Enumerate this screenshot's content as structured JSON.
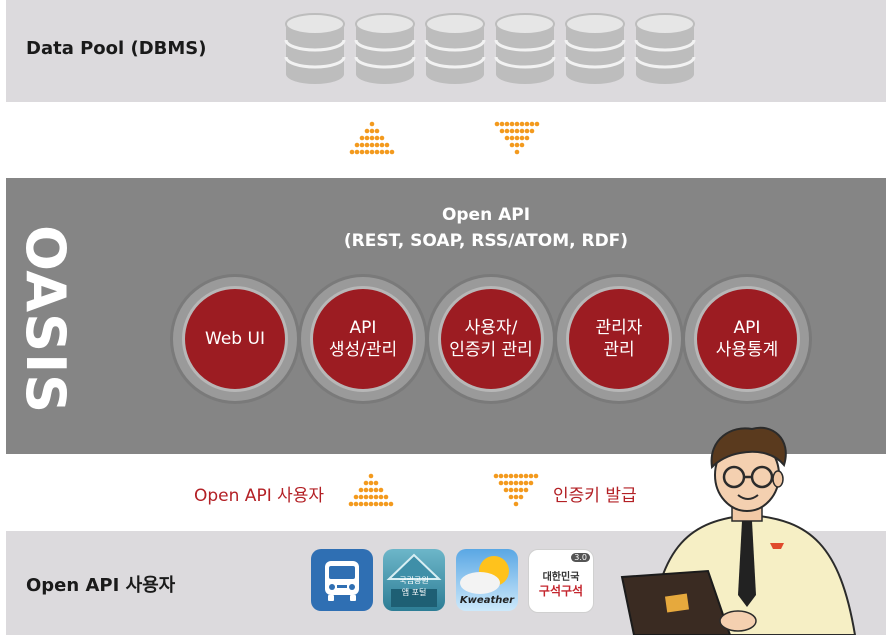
{
  "data_pool": {
    "label": "Data Pool (DBMS)"
  },
  "oasis": {
    "title": "OASIS",
    "api_title_line1": "Open API",
    "api_title_line2": "(REST, SOAP, RSS/ATOM, RDF)",
    "modules": [
      {
        "line1": "Web UI",
        "line2": ""
      },
      {
        "line1": "API",
        "line2": "생성/관리"
      },
      {
        "line1": "사용자/",
        "line2": "인증키 관리"
      },
      {
        "line1": "관리자",
        "line2": "관리"
      },
      {
        "line1": "API",
        "line2": "사용통계"
      }
    ]
  },
  "flows": {
    "left_label": "Open API 사용자",
    "right_label": "인증키 발급"
  },
  "users": {
    "label": "Open API 사용자",
    "apps": {
      "park_line1": "국립공원",
      "park_line2": "앱 포털",
      "weather": "Kweather",
      "korea_badge": "3.0",
      "korea_line1": "대한민국",
      "korea_line2": "구석구석"
    }
  },
  "colors": {
    "accent_red": "#9c1c22",
    "arrow_orange": "#f39a1e",
    "band_gray": "#dcdadd",
    "oasis_gray": "#858585"
  }
}
